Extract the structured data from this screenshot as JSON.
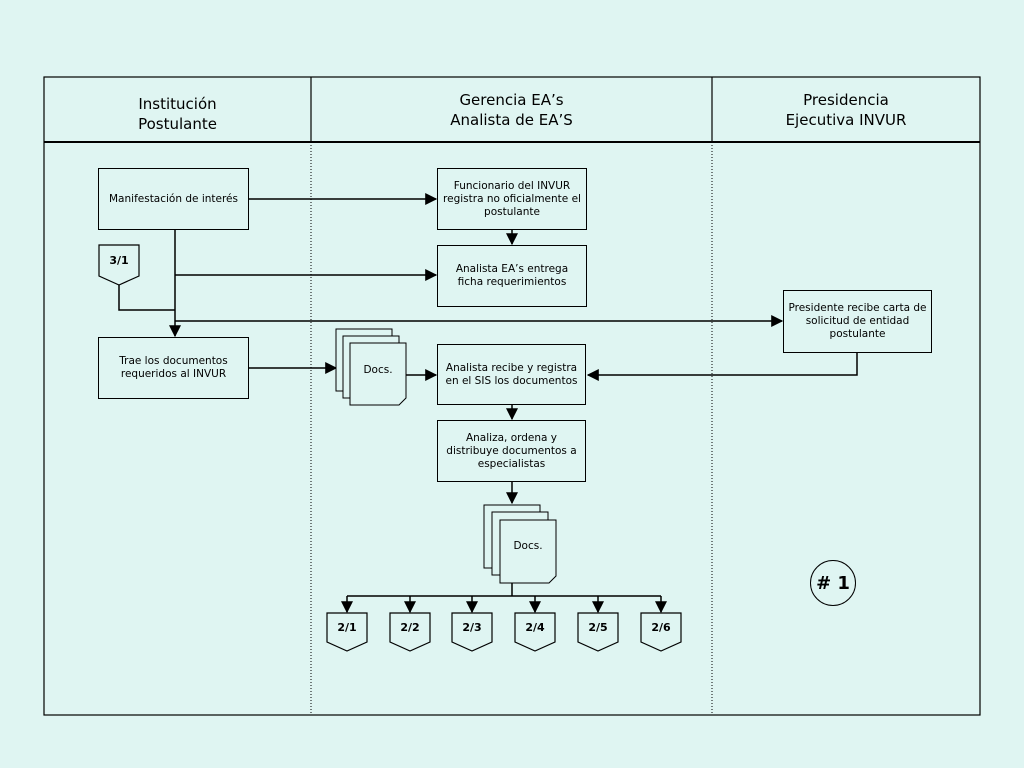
{
  "lanes": {
    "institucion": "Institución\nPostulante",
    "gerencia": "Gerencia EA’s\nAnalista de EA’S",
    "presidencia": "Presidencia\nEjecutiva INVUR"
  },
  "boxes": {
    "manifestacion": "Manifestación de interés",
    "trae_documentos": "Trae los documentos requeridos al INVUR",
    "funcionario": "Funcionario del INVUR registra no oficialmente el postulante",
    "analista_entrega": "Analista EA’s entrega ficha requerimientos",
    "analista_recibe": "Analista recibe y registra en el SIS los documentos",
    "analiza": "Analiza, ordena y distribuye documentos a especialistas",
    "presidente": "Presidente recibe carta de solicitud de entidad postulante"
  },
  "docs": {
    "label1": "Docs.",
    "label2": "Docs."
  },
  "connectors": {
    "incoming": "3/1",
    "outgoing": [
      "2/1",
      "2/2",
      "2/3",
      "2/4",
      "2/5",
      "2/6"
    ]
  },
  "badge": "# 1"
}
